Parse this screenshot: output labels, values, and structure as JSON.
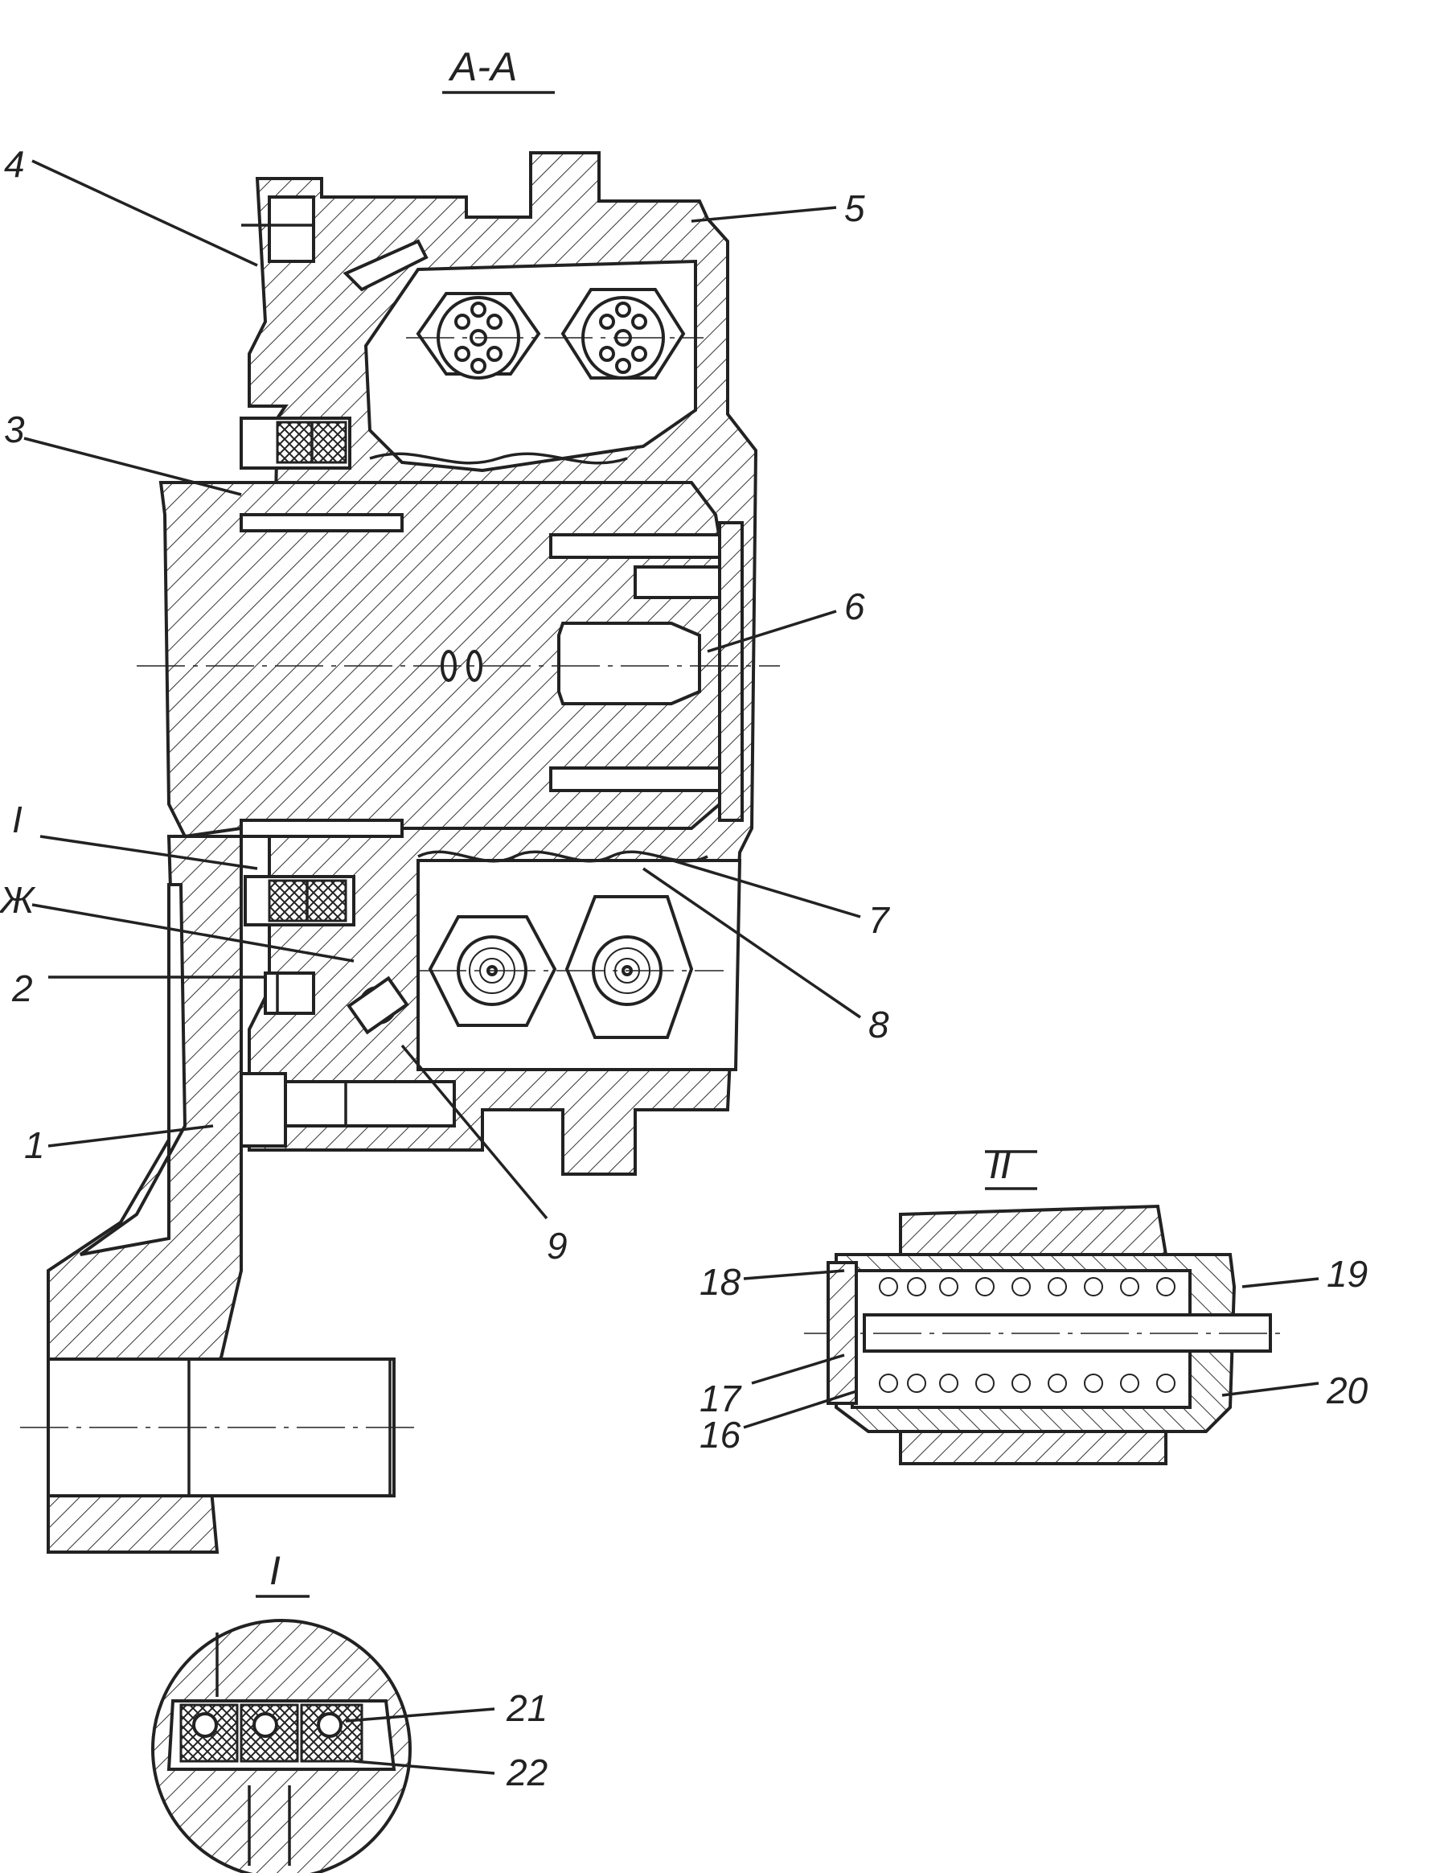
{
  "section_title": "A-A",
  "detail_I_title": "I",
  "detail_II_title": "II",
  "labels": {
    "l1": "1",
    "l2": "2",
    "l3": "3",
    "l4": "4",
    "l5": "5",
    "l6": "6",
    "l7": "7",
    "l8": "8",
    "l9": "9",
    "lI": "I",
    "lZh": "Ж",
    "l16": "16",
    "l17": "17",
    "l18": "18",
    "l19": "19",
    "l20": "20",
    "l21": "21",
    "l22": "22"
  }
}
